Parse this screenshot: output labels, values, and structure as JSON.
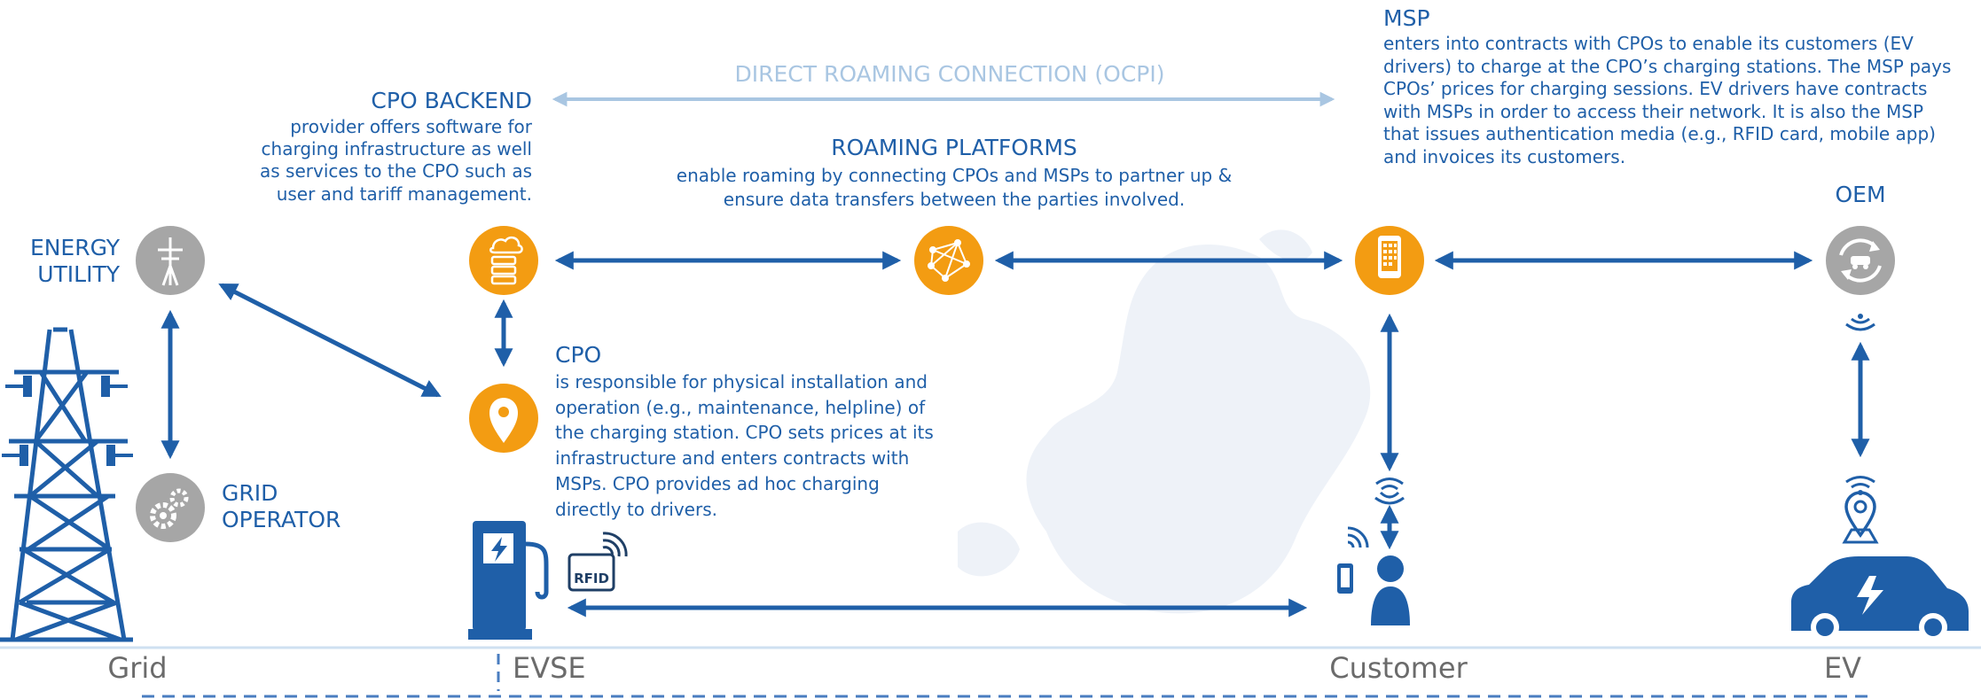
{
  "colors": {
    "primary": "#1f5fa8",
    "orange": "#f39c12",
    "gray": "#a6a6a6",
    "pale_arrow": "#a9c6e2",
    "map": "#eef2f8",
    "baseline": "#cfe0f1"
  },
  "direct_roaming": {
    "label": "DIRECT ROAMING CONNECTION (OCPI)"
  },
  "roaming_platforms": {
    "title": "ROAMING PLATFORMS",
    "lines": [
      "enable roaming by connecting CPOs and MSPs to partner up &",
      "ensure data transfers between the parties involved."
    ]
  },
  "cpo_backend": {
    "title": "CPO BACKEND",
    "lines": [
      "provider offers software for",
      "charging infrastructure as well",
      "as services to the CPO such as",
      "user and tariff management."
    ]
  },
  "msp": {
    "title": "MSP",
    "lines": [
      "enters into contracts with CPOs to enable its customers (EV",
      "drivers) to charge at the CPO’s charging stations. The MSP pays",
      "CPOs’ prices for charging sessions. EV drivers have contracts",
      "with MSPs in order to access their network. It is also the MSP",
      "that issues authentication media (e.g., RFID card, mobile app)",
      "and invoices its customers."
    ]
  },
  "cpo": {
    "title": "CPO",
    "lines": [
      "is responsible for physical installation and",
      "operation (e.g., maintenance, helpline) of",
      "the charging station. CPO sets prices at its",
      "infrastructure and enters contracts with",
      "MSPs. CPO provides ad hoc charging",
      "directly to drivers."
    ]
  },
  "energy_utility": {
    "line1": "ENERGY",
    "line2": "UTILITY"
  },
  "grid_operator": {
    "line1": "GRID",
    "line2": "OPERATOR"
  },
  "oem": {
    "label": "OEM"
  },
  "rfid": {
    "label": "RFID"
  },
  "baseline": {
    "grid": "Grid",
    "evse": "EVSE",
    "customer": "Customer",
    "ev": "EV"
  },
  "icons": {
    "energy_utility": "power-pylon-icon",
    "grid_operator": "gears-icon",
    "cpo_backend": "server-cloud-icon",
    "cpo": "location-pin-icon",
    "roaming_platforms": "network-icon",
    "msp": "smartphone-icon",
    "oem": "car-sync-icon"
  }
}
